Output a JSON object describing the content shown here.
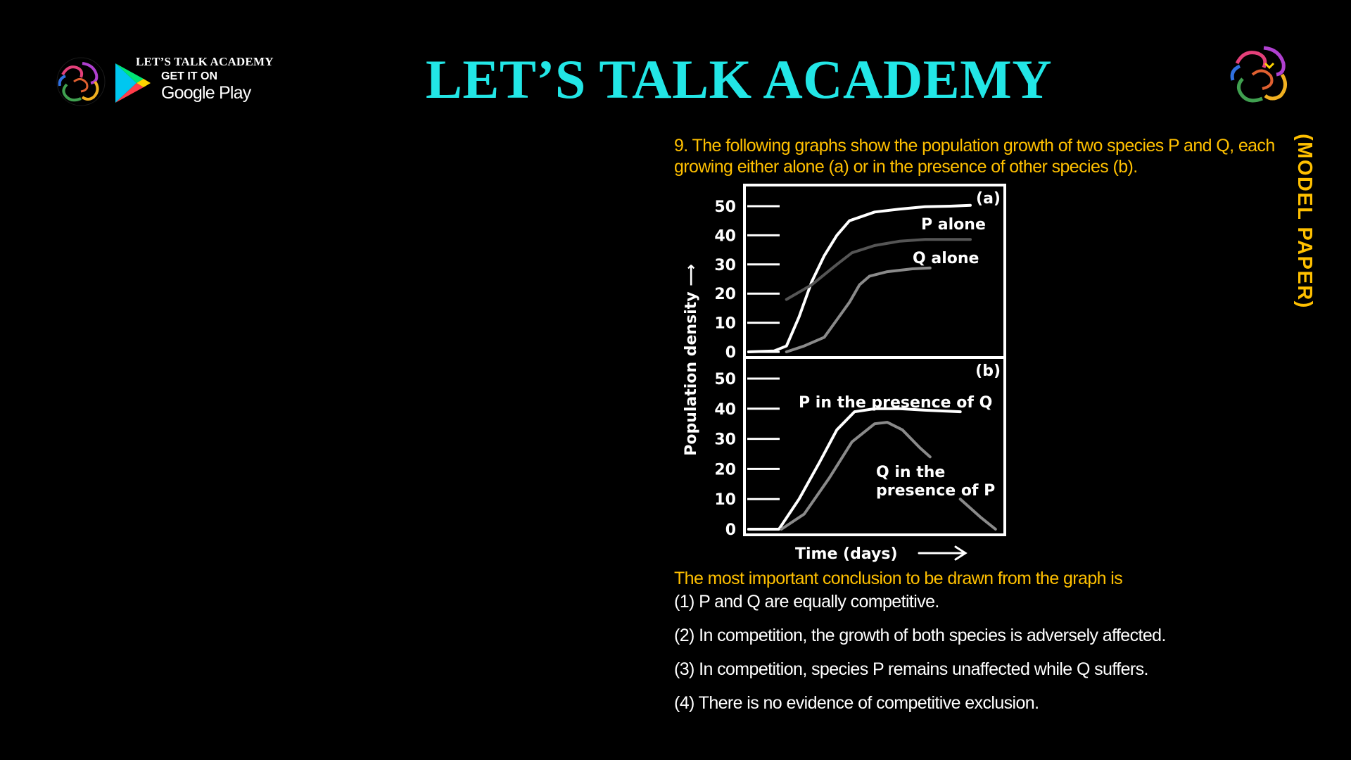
{
  "header": {
    "brand_small": "LET’S TALK ACADEMY",
    "get_it_on": "GET IT ON",
    "store_name": "Google Play",
    "main_title": "LET’S TALK ACADEMY",
    "side_tag": "(MODEL PAPER)"
  },
  "icons": [
    "protein-structure-logo",
    "google-play-icon"
  ],
  "colors": {
    "title": "#22e6e6",
    "question": "#ffc000",
    "background": "#000000",
    "text": "#ffffff"
  },
  "question": {
    "text": "9. The following graphs show the population growth of two species P and Q, each growing either alone (a) or in the presence of other species (b).",
    "stem": "The most important conclusion to be drawn from the graph is",
    "options": [
      "(1) P and Q are equally competitive.",
      "(2) In competition, the growth of both species is adversely affected.",
      "(3) In competition, species P remains unaffected while Q suffers.",
      "(4) There is no evidence of competitive exclusion."
    ]
  },
  "chart_data": {
    "type": "line",
    "ylabel": "Population density ⟶",
    "xlabel": "Time (days)",
    "yticks": [
      "0",
      "10",
      "20",
      "30",
      "40",
      "50"
    ],
    "ylim": [
      0,
      55
    ],
    "xlim": [
      0,
      10
    ],
    "panels": [
      {
        "label": "(a)",
        "series": [
          {
            "name": "P alone",
            "color": "#ffffff",
            "points": [
              [
                0,
                0
              ],
              [
                1,
                0.3
              ],
              [
                1.5,
                2
              ],
              [
                2,
                12
              ],
              [
                2.5,
                24
              ],
              [
                3,
                33
              ],
              [
                3.5,
                40
              ],
              [
                4,
                45
              ],
              [
                5,
                48
              ],
              [
                6,
                49
              ],
              [
                7,
                49.8
              ],
              [
                8,
                50
              ],
              [
                8.8,
                50.3
              ]
            ]
          },
          {
            "name": "",
            "color": "#555555",
            "points": [
              [
                1.5,
                18
              ],
              [
                2.5,
                23
              ],
              [
                3.5,
                30
              ],
              [
                4.1,
                34
              ],
              [
                5,
                36.5
              ],
              [
                6,
                38
              ],
              [
                7,
                38.6
              ],
              [
                8.8,
                38.6
              ]
            ]
          },
          {
            "name": "Q alone",
            "color": "#8a8a8a",
            "points": [
              [
                1.5,
                0
              ],
              [
                2.2,
                2
              ],
              [
                3,
                5
              ],
              [
                3.5,
                11
              ],
              [
                4,
                17
              ],
              [
                4.4,
                23
              ],
              [
                4.8,
                26
              ],
              [
                5.5,
                27.5
              ],
              [
                6.5,
                28.5
              ],
              [
                7.2,
                28.8
              ]
            ]
          }
        ]
      },
      {
        "label": "(b)",
        "series": [
          {
            "name": "P in the presence of Q",
            "color": "#ffffff",
            "points": [
              [
                0,
                0
              ],
              [
                1.2,
                0
              ],
              [
                2,
                10
              ],
              [
                2.8,
                22
              ],
              [
                3.5,
                33
              ],
              [
                4.2,
                39
              ],
              [
                5,
                40
              ],
              [
                6,
                40
              ],
              [
                7,
                39.5
              ],
              [
                8.4,
                39
              ]
            ]
          },
          {
            "name": "Q in the presence of P",
            "color": "#8a8a8a",
            "points": [
              [
                1.3,
                0
              ],
              [
                2.2,
                5
              ],
              [
                3.2,
                17
              ],
              [
                4.1,
                29
              ],
              [
                5,
                35
              ],
              [
                5.5,
                35.5
              ],
              [
                6.1,
                33
              ],
              [
                6.8,
                27
              ],
              [
                7.2,
                24
              ]
            ]
          },
          {
            "name": "",
            "color": "#8a8a8a",
            "points": [
              [
                8.4,
                10
              ],
              [
                9.2,
                4
              ],
              [
                9.8,
                0
              ]
            ]
          }
        ]
      }
    ]
  }
}
